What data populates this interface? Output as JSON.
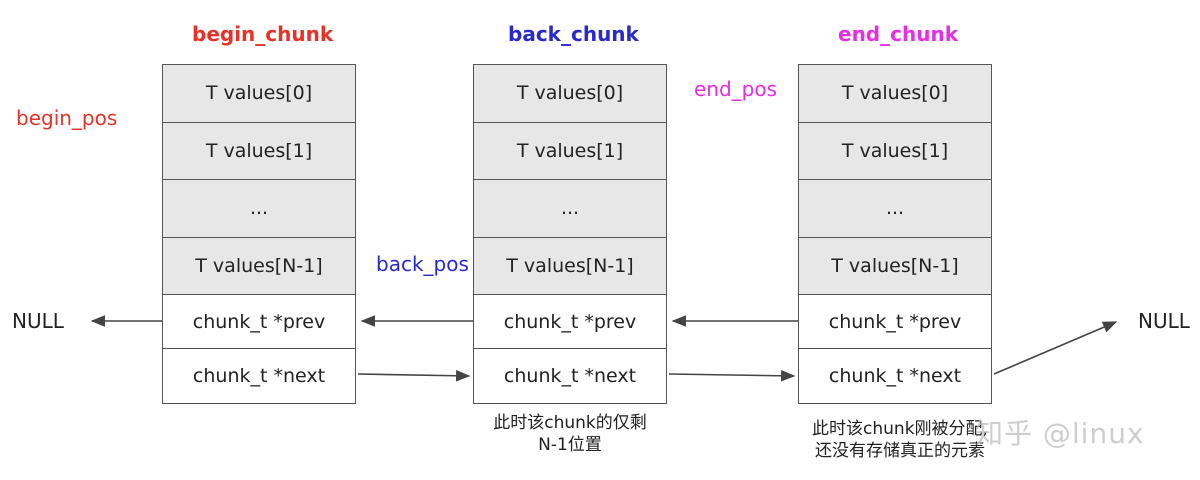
{
  "colors": {
    "begin": "#e6332a",
    "back": "#2a2acc",
    "end": "#e62ee6",
    "line": "#444444"
  },
  "begin_chunk": {
    "title": "begin_chunk",
    "pos_label": "begin_pos",
    "cells": [
      "T values[0]",
      "T values[1]",
      "...",
      "T values[N-1]",
      "chunk_t *prev",
      "chunk_t *next"
    ]
  },
  "back_chunk": {
    "title": "back_chunk",
    "pos_label": "back_pos",
    "cells": [
      "T values[0]",
      "T values[1]",
      "...",
      "T values[N-1]",
      "chunk_t *prev",
      "chunk_t *next"
    ],
    "note": [
      "此时该chunk的仅剩",
      "N-1位置"
    ]
  },
  "end_chunk": {
    "title": "end_chunk",
    "pos_label": "end_pos",
    "cells": [
      "T values[0]",
      "T values[1]",
      "...",
      "T values[N-1]",
      "chunk_t *prev",
      "chunk_t *next"
    ],
    "note": [
      "此时该chunk刚被分配,",
      "还没有存储真正的元素"
    ]
  },
  "null_left": "NULL",
  "null_right": "NULL",
  "watermark": "知乎 @linux"
}
